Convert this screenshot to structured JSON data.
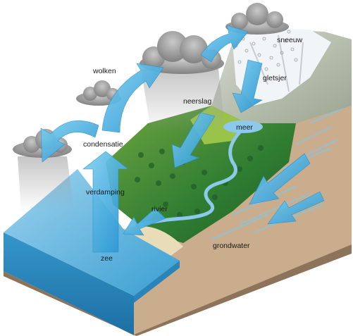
{
  "labels": {
    "sneeuw": "sneeuw",
    "gletsjer": "gletsjer",
    "wolken": "wolken",
    "neerslag": "neerslag",
    "meer": "meer",
    "condensatie": "condensatie",
    "verdamping": "verdamping",
    "rivier": "rivier",
    "grondwater": "grondwater",
    "zee": "zee"
  },
  "colors": {
    "sea_top": "#5fb4dc",
    "sea_front": "#2f8fc4",
    "soil": "#c9ad8c",
    "soil_dark": "#8d7359",
    "forest": "#2f7d32",
    "grass": "#8fbf3f",
    "snow": "#f2f5f8",
    "cloud": "#8c8c8c",
    "arrow": "#3aa6dc"
  }
}
